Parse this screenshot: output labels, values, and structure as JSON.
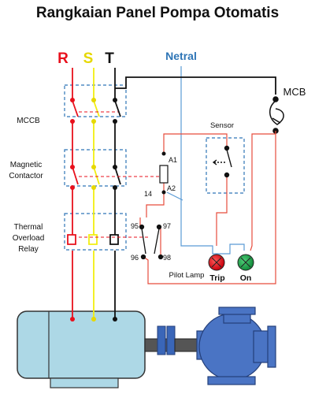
{
  "title": "Rangkaian Panel Pompa Otomatis",
  "phases": {
    "r": "R",
    "s": "S",
    "t": "T",
    "neutral": "Netral"
  },
  "labels": {
    "mccb": "MCCB",
    "contactor": [
      "Magnetic",
      "Contactor"
    ],
    "overload": [
      "Thermal",
      "Overload",
      "Relay"
    ],
    "mcb": "MCB",
    "sensor": "Sensor",
    "pilot_lamp": "Pilot Lamp",
    "trip": "Trip",
    "on": "On",
    "terminals": {
      "a1": "A1",
      "a2": "A2",
      "t14": "14",
      "t95": "95",
      "t96": "96",
      "t97": "97",
      "t98": "98"
    }
  },
  "colors": {
    "r_wire": "#e8101c",
    "s_wire": "#f2ee10",
    "t_wire": "#111111",
    "neutral_wire": "#5b9bd5",
    "control_wire": "#e74c3c",
    "dashed_box": "#2e75b6",
    "trip_lamp": "#e0101e",
    "on_lamp": "#1aa84a",
    "motor": "#add8e6",
    "pump": "#4a74c4",
    "neutral_text": "#2e75b6"
  }
}
